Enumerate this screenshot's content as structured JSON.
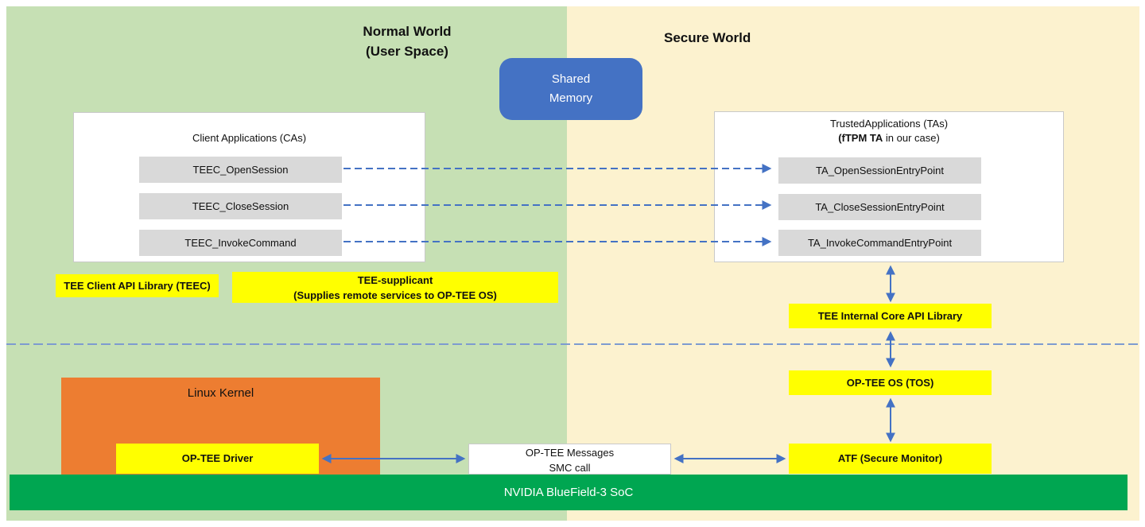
{
  "worlds": {
    "normal": {
      "title_line1": "Normal World",
      "title_line2": "(User Space)"
    },
    "secure": {
      "title": "Secure World"
    }
  },
  "shared_memory": {
    "line1": "Shared",
    "line2": "Memory"
  },
  "client_apps": {
    "title": "Client Applications (CAs)",
    "functions": [
      "TEEC_OpenSession",
      "TEEC_CloseSession",
      "TEEC_InvokeCommand"
    ]
  },
  "trusted_apps": {
    "title_line1": "TrustedApplications (TAs)",
    "title_line2_bold": "(fTPM TA",
    "title_line2_rest": " in our case)",
    "entry_points": [
      "TA_OpenSessionEntryPoint",
      "TA_CloseSessionEntryPoint",
      "TA_InvokeCommandEntryPoint"
    ]
  },
  "labels": {
    "tee_client_api": "TEE Client API Library (TEEC)",
    "tee_supplicant_line1": "TEE-supplicant",
    "tee_supplicant_line2": "(Supplies remote services to OP-TEE OS)",
    "tee_internal_core": "TEE Internal Core API Library",
    "optee_os": "OP-TEE OS (TOS)",
    "atf": "ATF (Secure Monitor)",
    "linux_kernel": "Linux Kernel",
    "optee_driver": "OP-TEE Driver",
    "smc_line1": "OP-TEE Messages",
    "smc_line2": "SMC call",
    "soc": "NVIDIA BlueField-3 SoC"
  },
  "colors": {
    "normal_world_bg": "#C6E0B4",
    "secure_world_bg": "#FCF2CF",
    "shared_memory_bg": "#4472C4",
    "highlight_yellow": "#FFFF00",
    "kernel_orange": "#ED7D31",
    "soc_green": "#00A651",
    "gray_box": "#D9D9D9",
    "arrow_blue": "#4472C4",
    "separator_blue": "#7D9BD0"
  }
}
